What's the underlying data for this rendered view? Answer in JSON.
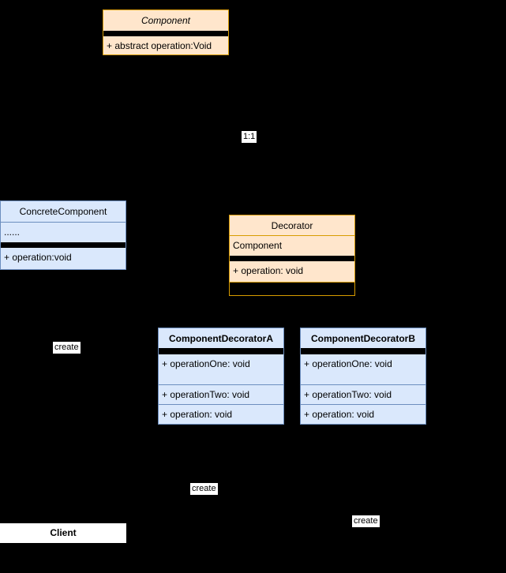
{
  "diagram": {
    "pattern": "Decorator UML class diagram",
    "colors": {
      "canvas_bg": "#000000",
      "orange_fill": "#FFE6CC",
      "orange_border": "#D79B00",
      "blue_fill": "#DAE8FC",
      "blue_border": "#6C8EBF",
      "separator": "#000000",
      "label_bg": "#FFFFFF",
      "text": "#000000"
    },
    "classes": {
      "component": {
        "title": "Component",
        "rows": [
          "+ abstract operation:Void"
        ]
      },
      "concrete_component": {
        "title": "ConcreteComponent",
        "rows": [
          "......",
          "+ operation:void"
        ]
      },
      "decorator": {
        "title": "Decorator",
        "rows": [
          "Component",
          "+ operation: void"
        ]
      },
      "component_decorator_a": {
        "title": "ComponentDecoratorA",
        "rows": [
          "+ operationOne: void",
          "+ operationTwo: void",
          "+ operation: void"
        ]
      },
      "component_decorator_b": {
        "title": "ComponentDecoratorB",
        "rows": [
          "+ operationOne: void",
          "+ operationTwo: void",
          "+ operation: void"
        ]
      },
      "client": {
        "title": "Client"
      }
    },
    "labels": {
      "multiplicity": "1:1",
      "create_concrete": "create",
      "create_a": "create",
      "create_b": "create"
    }
  }
}
